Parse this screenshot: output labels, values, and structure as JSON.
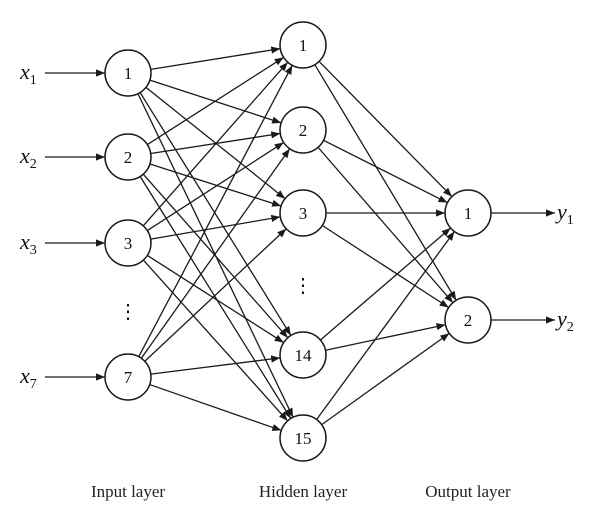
{
  "input_layer": {
    "caption": "Input layer",
    "nodes": [
      {
        "label": "1",
        "var": "x",
        "sub": "1"
      },
      {
        "label": "2",
        "var": "x",
        "sub": "2"
      },
      {
        "label": "3",
        "var": "x",
        "sub": "3"
      },
      {
        "label": "7",
        "var": "x",
        "sub": "7"
      }
    ],
    "ellipsis": "⋮"
  },
  "hidden_layer": {
    "caption": "Hidden layer",
    "nodes": [
      {
        "label": "1"
      },
      {
        "label": "2"
      },
      {
        "label": "3"
      },
      {
        "label": "14"
      },
      {
        "label": "15"
      }
    ],
    "ellipsis": "⋮"
  },
  "output_layer": {
    "caption": "Output layer",
    "nodes": [
      {
        "label": "1",
        "var": "y",
        "sub": "1"
      },
      {
        "label": "2",
        "var": "y",
        "sub": "2"
      }
    ]
  },
  "colors": {
    "line": "#1a1a1a",
    "background": "#ffffff"
  }
}
